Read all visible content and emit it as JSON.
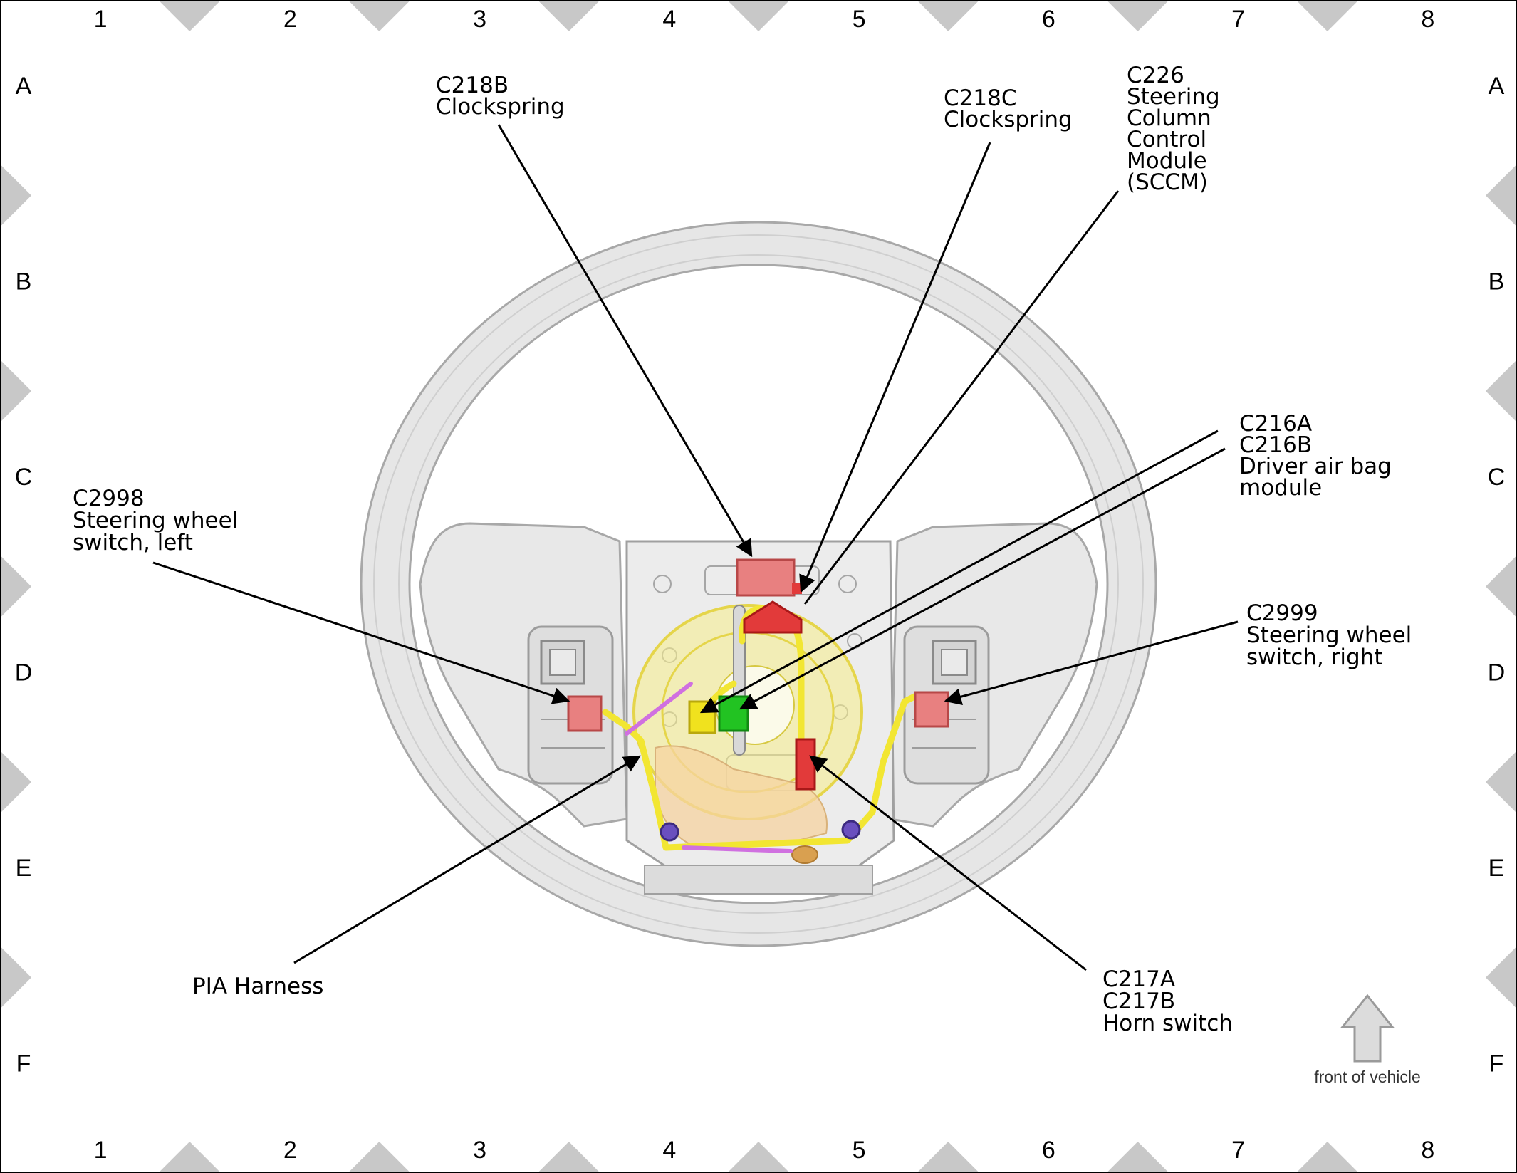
{
  "grid": {
    "columns": [
      "1",
      "2",
      "3",
      "4",
      "5",
      "6",
      "7",
      "8"
    ],
    "rows": [
      "A",
      "B",
      "C",
      "D",
      "E",
      "F"
    ]
  },
  "callouts": {
    "c218b": [
      "C218B",
      "Clockspring"
    ],
    "c218c": [
      "C218C",
      "Clockspring"
    ],
    "c226": [
      "C226",
      "Steering",
      "Column",
      "Control",
      "Module",
      "(SCCM)"
    ],
    "c216": [
      "C216A",
      "C216B",
      "Driver air bag",
      "module"
    ],
    "c2998": [
      "C2998",
      "Steering wheel",
      "switch, left"
    ],
    "c2999": [
      "C2999",
      "Steering wheel",
      "switch, right"
    ],
    "pia": [
      "PIA Harness"
    ],
    "c217": [
      "C217A",
      "C217B",
      "Horn switch"
    ]
  },
  "front_arrow": {
    "label": "front of vehicle",
    "icon": "up-arrow-icon"
  },
  "colors": {
    "wheel_fill": "#e6e6e6",
    "wheel_stroke": "#a8a8a8",
    "harness_yellow": "#f2e632",
    "connector_red": "#e23a3a",
    "connector_pink": "#e88080",
    "connector_green": "#22c322",
    "connector_yellow": "#f0e21e",
    "harness_magenta": "#d070e0",
    "clockspring_tan": "#f5d3a0",
    "border_marker": "#c8c8c8"
  }
}
